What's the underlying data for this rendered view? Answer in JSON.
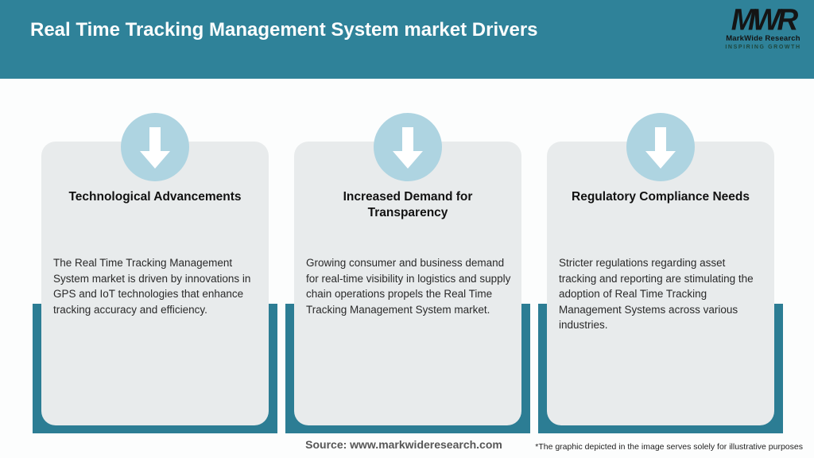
{
  "header": {
    "title": "Real Time Tracking Management System market Drivers",
    "logo": {
      "monogram": "MWR",
      "name": "MarkWide Research",
      "tagline": "INSPIRING GROWTH"
    }
  },
  "cards": [
    {
      "title": "Technological Advancements",
      "body": "The Real Time Tracking Management System market is driven by innovations in GPS and IoT technologies that enhance tracking accuracy and efficiency."
    },
    {
      "title": "Increased Demand for Transparency",
      "body": "Growing consumer and business demand for real-time visibility in logistics and supply chain operations propels the Real Time Tracking Management System market."
    },
    {
      "title": "Regulatory Compliance Needs",
      "body": "Stricter regulations regarding asset tracking and reporting are stimulating the adoption of Real Time Tracking Management Systems across various industries."
    }
  ],
  "footer": {
    "source": "Source: www.markwideresearch.com",
    "disclaimer": "*The graphic depicted in the image serves solely for illustrative purposes"
  },
  "colors": {
    "header_bg": "#2F8299",
    "accent_teal": "#2C7D94",
    "card_bg": "#E8EBEC",
    "circle_blue": "#AED4E1",
    "arrow_white": "#FFFFFF",
    "tagline_green": "#1D463D"
  }
}
